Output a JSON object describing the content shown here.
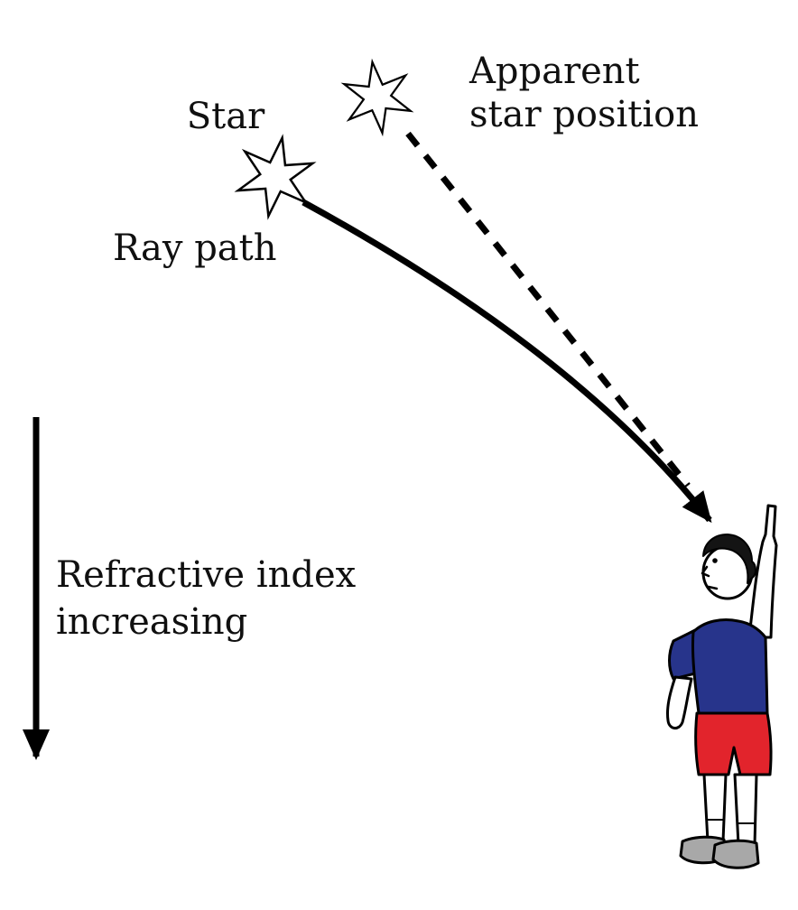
{
  "figure": {
    "labels": {
      "apparent_line1": "Apparent",
      "apparent_line2": "star position",
      "star": "Star",
      "ray_path": "Ray path",
      "refractive_line1": "Refractive index",
      "refractive_line2": "increasing"
    },
    "icons": {
      "actual_star": "six-pointed-star-outline-icon",
      "apparent_star": "six-pointed-star-outline-icon",
      "ray_arrow": "curved-solid-arrow-icon",
      "apparent_ray": "dashed-line-icon",
      "gradient_arrow": "down-arrow-icon",
      "observer": "boy-looking-up-pointing-figure"
    },
    "colors": {
      "line": "#000000",
      "background": "#ffffff",
      "shirt_blue": "#27348b",
      "shorts_red": "#e2242c",
      "shoe_gray": "#a8a8a8",
      "hair_black": "#141414",
      "skin": "#ffffff"
    }
  }
}
